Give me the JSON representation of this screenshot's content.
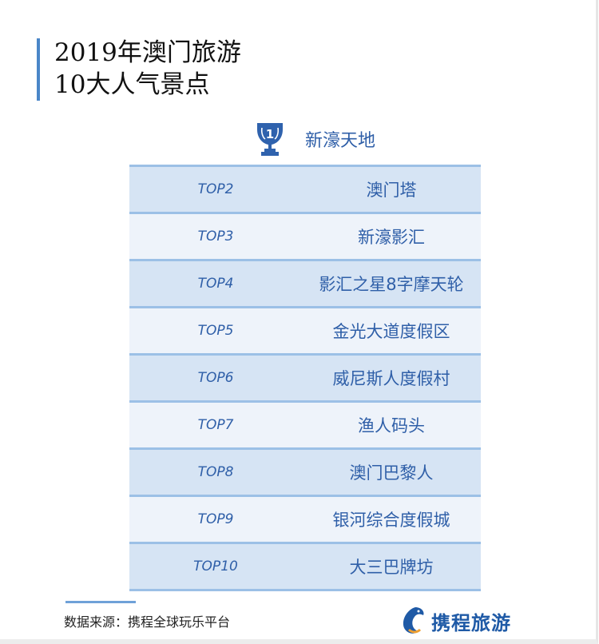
{
  "title": {
    "line1": "2019年澳门旅游",
    "line2": "10大人气景点"
  },
  "first": {
    "rank": "1",
    "name": "新濠天地",
    "icon": "trophy-icon"
  },
  "rows": [
    {
      "rank": "TOP2",
      "name": "澳门塔"
    },
    {
      "rank": "TOP3",
      "name": "新濠影汇"
    },
    {
      "rank": "TOP4",
      "name": "影汇之星8字摩天轮"
    },
    {
      "rank": "TOP5",
      "name": "金光大道度假区"
    },
    {
      "rank": "TOP6",
      "name": "威尼斯人度假村"
    },
    {
      "rank": "TOP7",
      "name": "渔人码头"
    },
    {
      "rank": "TOP8",
      "name": "澳门巴黎人"
    },
    {
      "rank": "TOP9",
      "name": "银河综合度假城"
    },
    {
      "rank": "TOP10",
      "name": "大三巴牌坊"
    }
  ],
  "footer": {
    "source": "数据来源：携程全球玩乐平台",
    "logo_text": "携程旅游"
  },
  "colors": {
    "accent": "#2f5fa8",
    "row_dark": "#d6e4f4",
    "row_light": "#eef3fa"
  }
}
